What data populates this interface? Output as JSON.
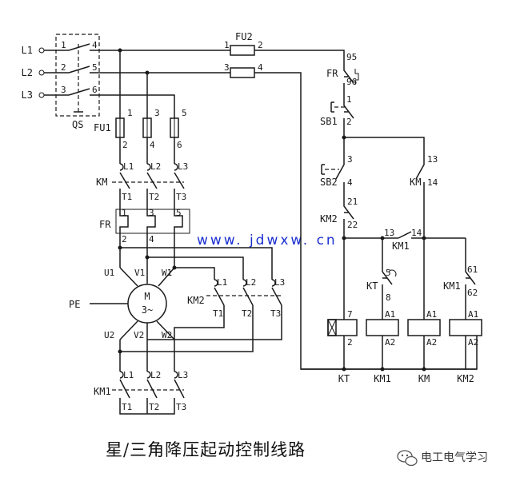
{
  "title": "星/三角降压起动控制线路",
  "watermark": "www. jdwxw. cn",
  "brand": {
    "name": "电工电气学习",
    "icon": "wechat-icon"
  },
  "labels": {
    "L1": "L1",
    "L2": "L2",
    "L3": "L3",
    "QS": "QS",
    "FU1": "FU1",
    "FU2": "FU2",
    "KM": "KM",
    "FR": "FR",
    "KM1": "KM1",
    "KM2": "KM2",
    "PE": "PE",
    "M": "M",
    "M3": "3~",
    "U1": "U1",
    "V1": "V1",
    "W1": "W1",
    "U2": "U2",
    "V2": "V2",
    "W2": "W2",
    "SB1": "SB1",
    "SB2": "SB2",
    "KT": "KT",
    "T1": "T1",
    "T2": "T2",
    "T3": "T3",
    "n1": "1",
    "n2": "2",
    "n3": "3",
    "n4": "4",
    "n5": "5",
    "n6": "6",
    "n7": "7",
    "n8": "8",
    "n13": "13",
    "n14": "14",
    "n21": "21",
    "n22": "22",
    "n61": "61",
    "n62": "62",
    "n95": "95",
    "n96": "96",
    "A1": "A1",
    "A2": "A2"
  },
  "coil_labels": [
    "KT",
    "KM1",
    "KM",
    "KM2"
  ]
}
